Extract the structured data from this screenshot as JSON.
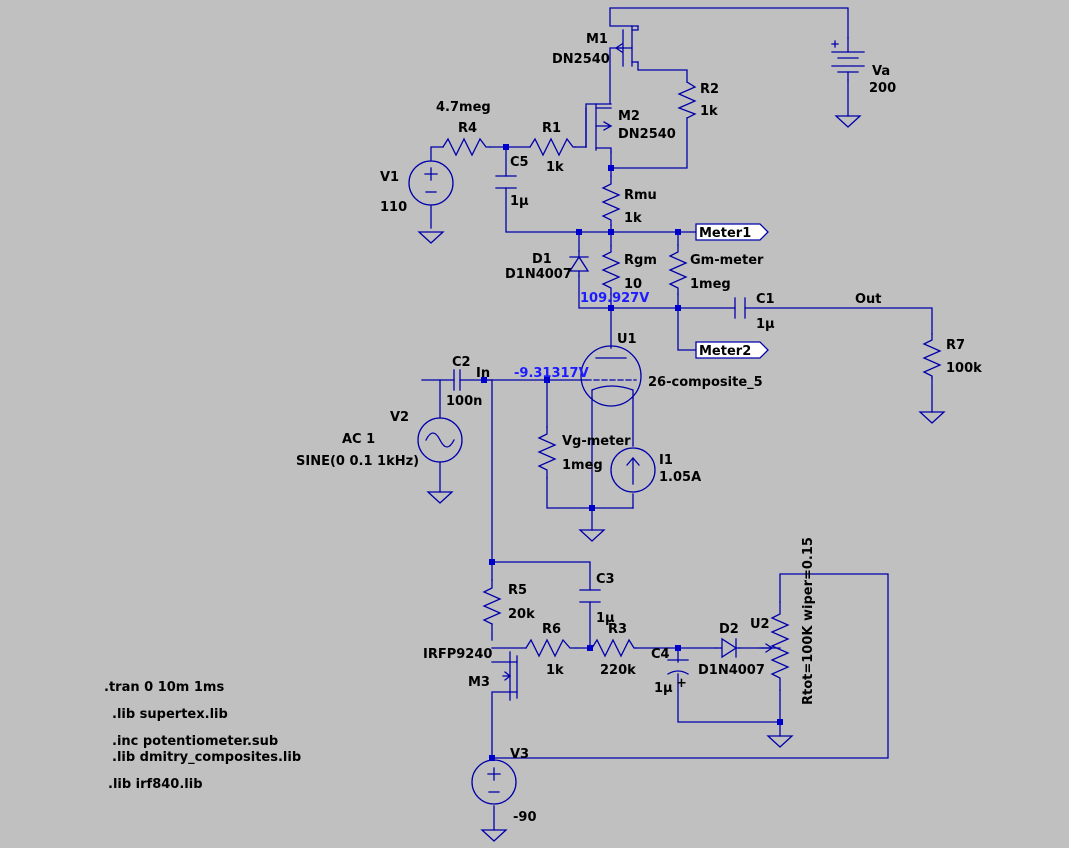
{
  "theme": {
    "background": "#c0c0c0",
    "wire": "#0000aa",
    "node_dot": "#0000cc",
    "voltage_label": "#1c1cff",
    "label": "#000000"
  },
  "components": {
    "M1": {
      "ref": "M1",
      "value": "DN2540"
    },
    "M2": {
      "ref": "M2",
      "value": "DN2540"
    },
    "M3": {
      "ref": "M3",
      "value": "IRFP9240"
    },
    "R1": {
      "ref": "R1",
      "value": "1k"
    },
    "R2": {
      "ref": "R2",
      "value": "1k"
    },
    "R3": {
      "ref": "R3",
      "value": "220k"
    },
    "R4": {
      "ref": "R4",
      "value": "4.7meg"
    },
    "R5": {
      "ref": "R5",
      "value": "20k"
    },
    "R6": {
      "ref": "R6",
      "value": "1k"
    },
    "R7": {
      "ref": "R7",
      "value": "100k"
    },
    "Rmu": {
      "ref": "Rmu",
      "value": "1k"
    },
    "Rgm": {
      "ref": "Rgm",
      "value": "10"
    },
    "Gm_meter": {
      "ref": "Gm-meter",
      "value": "1meg"
    },
    "Vg_meter": {
      "ref": "Vg-meter",
      "value": "1meg"
    },
    "C1": {
      "ref": "C1",
      "value": "1µ"
    },
    "C2": {
      "ref": "C2",
      "value": "100n"
    },
    "C3": {
      "ref": "C3",
      "value": "1µ"
    },
    "C4": {
      "ref": "C4",
      "value": "1µ"
    },
    "C5": {
      "ref": "C5",
      "value": "1µ"
    },
    "D1": {
      "ref": "D1",
      "value": "D1N4007"
    },
    "D2": {
      "ref": "D2",
      "value": "D1N4007"
    },
    "V1": {
      "ref": "V1",
      "value": "110"
    },
    "V2": {
      "ref": "V2",
      "value_line1": "AC 1",
      "value_line2": "SINE(0 0.1 1kHz)"
    },
    "V3": {
      "ref": "V3",
      "value": "-90"
    },
    "Va": {
      "ref": "Va",
      "value": "200"
    },
    "I1": {
      "ref": "I1",
      "value": "1.05A"
    },
    "U1": {
      "ref": "U1",
      "value": "26-composite_5"
    },
    "U2": {
      "ref": "U2",
      "value": "Rtot=100K wiper=0.15"
    }
  },
  "nets": {
    "in": "In",
    "out": "Out",
    "meter1": "Meter1",
    "meter2": "Meter2"
  },
  "node_voltages": {
    "cathode": "109.927V",
    "grid": "-9.31317V"
  },
  "directives": [
    ".tran 0 10m 1ms",
    ".lib supertex.lib",
    ".inc potentiometer.sub",
    ".lib dmitry_composites.lib",
    ".lib irf840.lib"
  ]
}
